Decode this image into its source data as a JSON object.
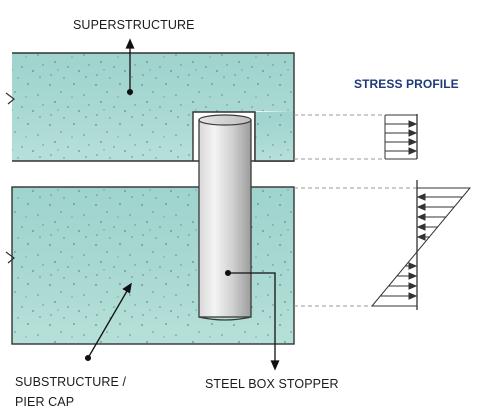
{
  "labels": {
    "superstructure": "SUPERSTRUCTURE",
    "substructure_line1": "SUBSTRUCTURE /",
    "substructure_line2": "PIER CAP",
    "steel_box_stopper": "STEEL BOX STOPPER",
    "stress_profile": "STRESS PROFILE"
  },
  "colors": {
    "concrete_top": "#9fd3cd",
    "concrete_mid": "#a9d9d2",
    "concrete_bottom": "#b6e1da",
    "concrete_dots": "#5b7b78",
    "steel_light": "#eeeeee",
    "steel_dark": "#9c9c9c",
    "outline": "#333333",
    "stress_title": "#1f3a78"
  }
}
